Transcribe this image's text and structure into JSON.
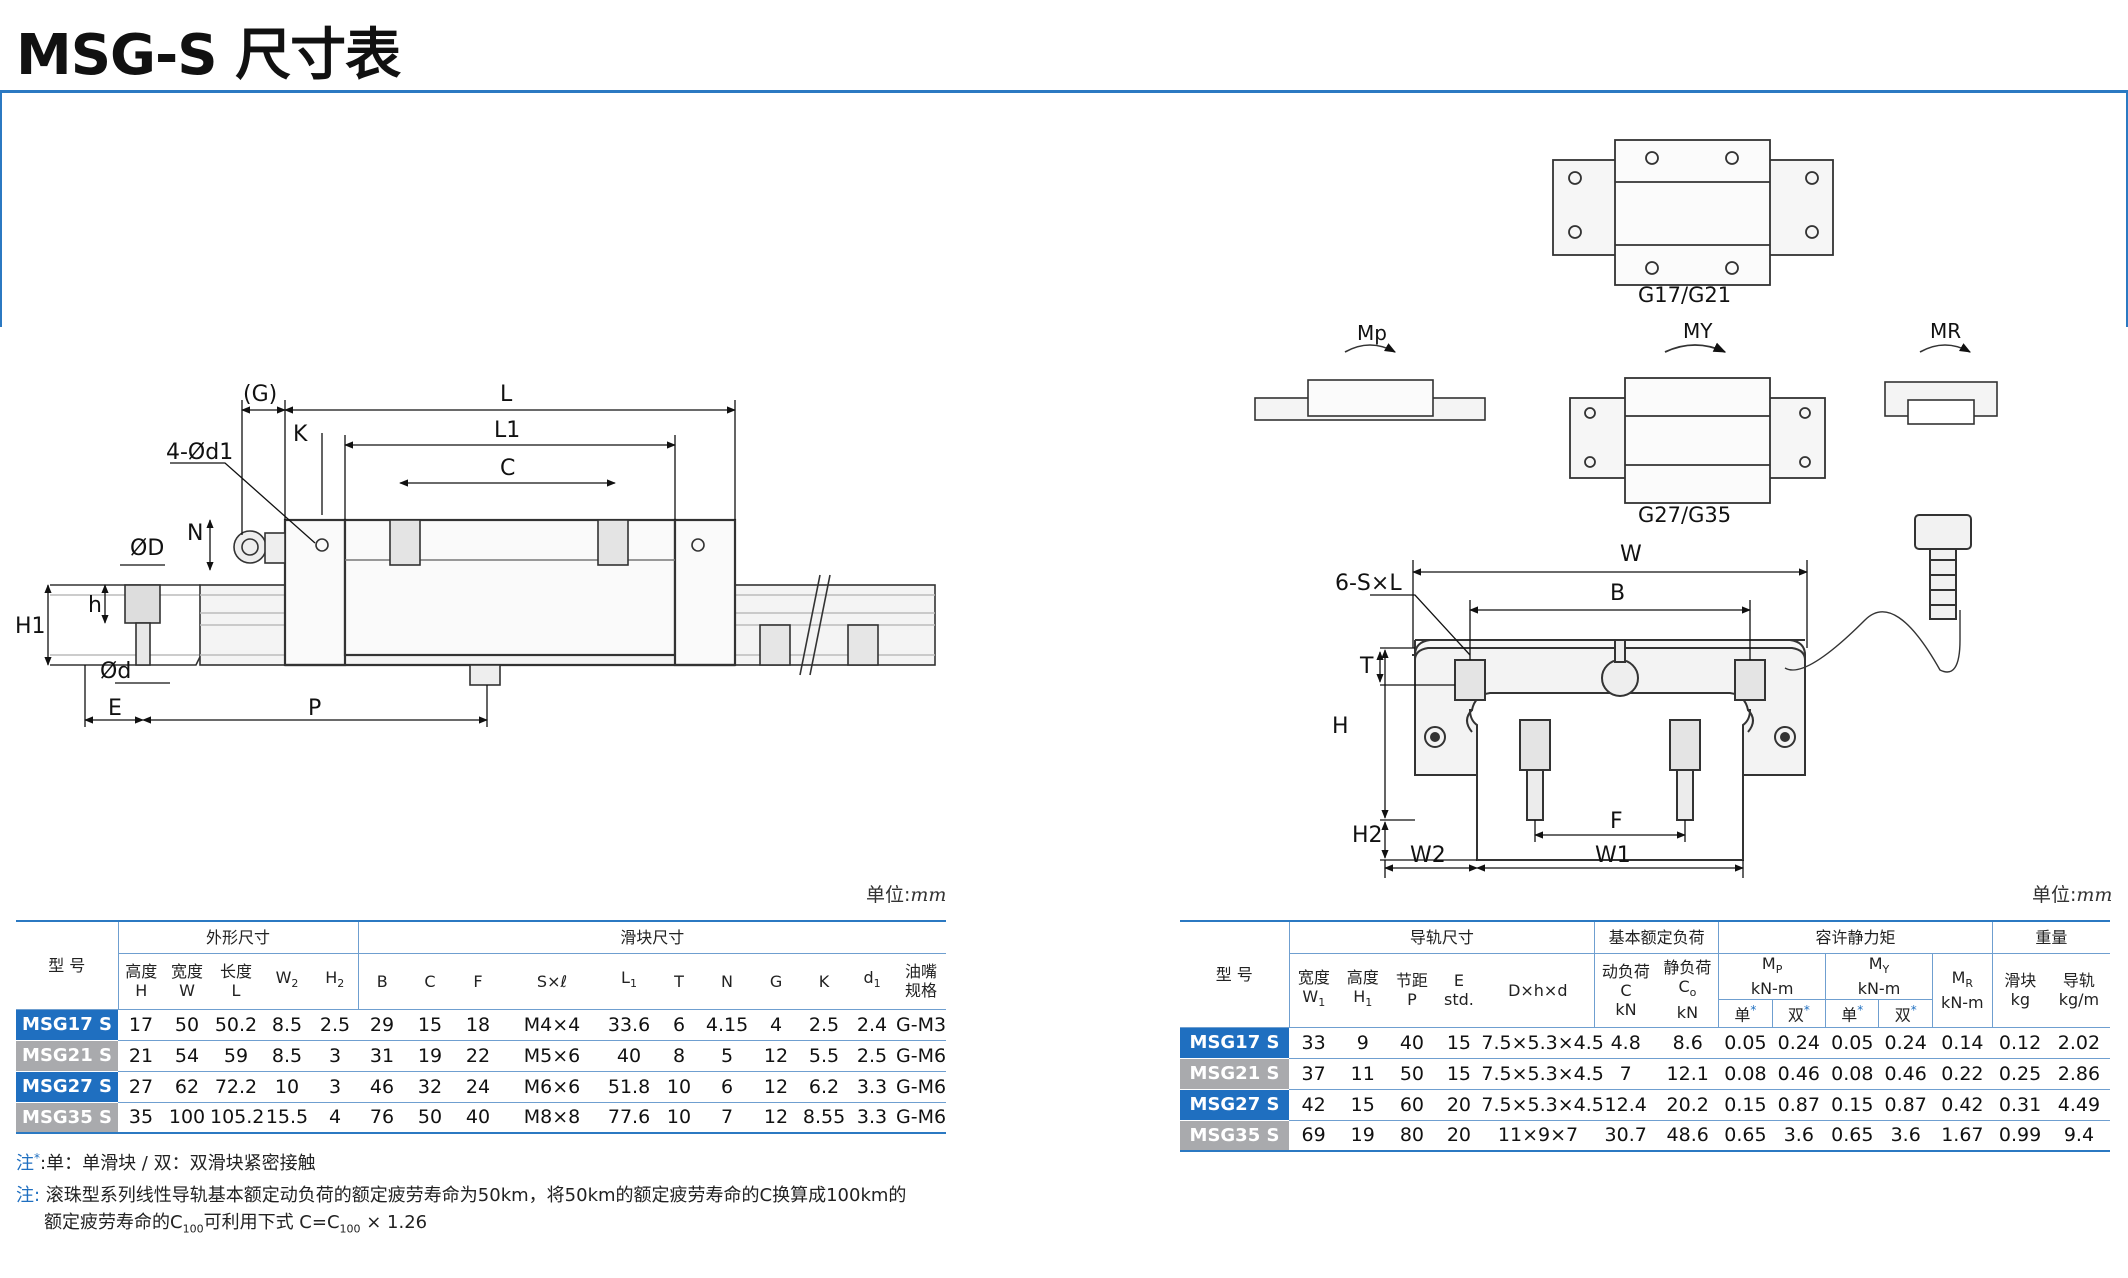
{
  "title": "MSG-S 尺寸表",
  "drawing_labels": {
    "left": [
      "(G)",
      "L",
      "K",
      "4-Ød1",
      "L1",
      "C",
      "N",
      "ØD",
      "h",
      "H1",
      "Ød",
      "E",
      "P"
    ],
    "views": [
      "G17/G21",
      "G27/G35"
    ],
    "moments": [
      "Mp",
      "MY",
      "MR"
    ],
    "cross": [
      "W",
      "6-S×L",
      "B",
      "T",
      "H",
      "H2",
      "F",
      "W2",
      "W1"
    ]
  },
  "unit": {
    "label": "单位:",
    "value": "mm"
  },
  "table_left": {
    "model_header": "型 号",
    "group_headers": [
      "外形尺寸",
      "滑块尺寸"
    ],
    "sub_headers": {
      "H": [
        "高度",
        "H"
      ],
      "W": [
        "宽度",
        "W"
      ],
      "L": [
        "长度",
        "L"
      ],
      "W2": "W",
      "H2": "H",
      "B": "B",
      "C": "C",
      "F": "F",
      "SxL": "S×ℓ",
      "L1": "L",
      "T": "T",
      "N": "N",
      "G": "G",
      "K": "K",
      "d1": "d",
      "oil": [
        "油嘴",
        "规格"
      ]
    },
    "rows": [
      {
        "model": "MSG17 S",
        "cells": [
          "17",
          "50",
          "50.2",
          "8.5",
          "2.5",
          "29",
          "15",
          "18",
          "M4×4",
          "33.6",
          "6",
          "4.15",
          "4",
          "2.5",
          "2.4",
          "G-M3"
        ]
      },
      {
        "model": "MSG21 S",
        "cells": [
          "21",
          "54",
          "59",
          "8.5",
          "3",
          "31",
          "19",
          "22",
          "M5×6",
          "40",
          "8",
          "5",
          "12",
          "5.5",
          "2.5",
          "G-M6"
        ]
      },
      {
        "model": "MSG27 S",
        "cells": [
          "27",
          "62",
          "72.2",
          "10",
          "3",
          "46",
          "32",
          "24",
          "M6×6",
          "51.8",
          "10",
          "6",
          "12",
          "6.2",
          "3.3",
          "G-M6"
        ]
      },
      {
        "model": "MSG35 S",
        "cells": [
          "35",
          "100",
          "105.2",
          "15.5",
          "4",
          "76",
          "50",
          "40",
          "M8×8",
          "77.6",
          "10",
          "7",
          "12",
          "8.55",
          "3.3",
          "G-M6"
        ]
      }
    ]
  },
  "table_right": {
    "model_header": "型 号",
    "group_headers": [
      "导轨尺寸",
      "基本额定负荷",
      "容许静力矩",
      "重量"
    ],
    "sub_headers": {
      "W1": [
        "宽度",
        "W"
      ],
      "H1": [
        "高度",
        "H"
      ],
      "P": [
        "节距",
        "P"
      ],
      "E": [
        "E",
        "std."
      ],
      "dhh": "D×h×d",
      "C": [
        "动负荷",
        "C",
        "kN"
      ],
      "C0": [
        "静负荷",
        "C",
        "kN"
      ],
      "Mp": [
        "M",
        "kN-m"
      ],
      "MY": [
        "M",
        "kN-m"
      ],
      "MR": [
        "M",
        "kN-m"
      ],
      "single": "单",
      "double": "双",
      "block": [
        "滑块",
        "kg"
      ],
      "rail": [
        "导轨",
        "kg/m"
      ]
    },
    "rows": [
      {
        "model": "MSG17 S",
        "cells": [
          "33",
          "9",
          "40",
          "15",
          "7.5×5.3×4.5",
          "4.8",
          "8.6",
          "0.05",
          "0.24",
          "0.05",
          "0.24",
          "0.14",
          "0.12",
          "2.02"
        ]
      },
      {
        "model": "MSG21 S",
        "cells": [
          "37",
          "11",
          "50",
          "15",
          "7.5×5.3×4.5",
          "7",
          "12.1",
          "0.08",
          "0.46",
          "0.08",
          "0.46",
          "0.22",
          "0.25",
          "2.86"
        ]
      },
      {
        "model": "MSG27 S",
        "cells": [
          "42",
          "15",
          "60",
          "20",
          "7.5×5.3×4.5",
          "12.4",
          "20.2",
          "0.15",
          "0.87",
          "0.15",
          "0.87",
          "0.42",
          "0.31",
          "4.49"
        ]
      },
      {
        "model": "MSG35 S",
        "cells": [
          "69",
          "19",
          "80",
          "20",
          "11×9×7",
          "30.7",
          "48.6",
          "0.65",
          "3.6",
          "0.65",
          "3.6",
          "1.67",
          "0.99",
          "9.4"
        ]
      }
    ]
  },
  "notes": {
    "note1_lead": "注",
    "note1_text": ":单：单滑块 / 双：双滑块紧密接触",
    "note2_lead": "注:",
    "note2_text": " 滚珠型系列线性导轨基本额定动负荷的额定疲劳寿命为50km，将50km的额定疲劳寿命的C换算成100km的",
    "note2_text2a": "额定疲劳寿命的C",
    "note2_sub1": "100",
    "note2_text2b": "可利用下式 C=C",
    "note2_sub2": "100",
    "note2_text2c": " × 1.26"
  },
  "colors": {
    "accent": "#2b79c2",
    "model_blue": "#1f6fc0",
    "model_grey": "#a9aaad"
  }
}
